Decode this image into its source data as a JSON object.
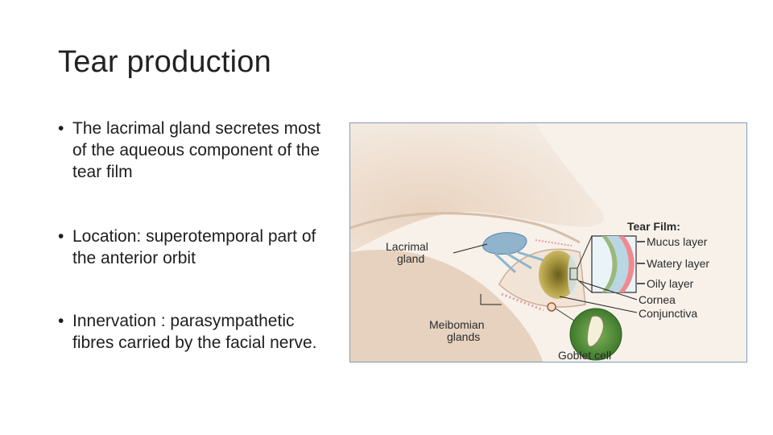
{
  "slide": {
    "title": "Tear production",
    "bullets": [
      {
        "marker": "•",
        "text": "The lacrimal gland secretes most of the aqueous component of the tear film"
      },
      {
        "marker": "•",
        "text": "Location: superotemporal part of the anterior orbit"
      },
      {
        "marker": "•",
        "text": "Innervation : parasympathetic fibres carried by the facial nerve."
      }
    ]
  },
  "figure": {
    "labels": {
      "lacrimal_gland_1": "Lacrimal",
      "lacrimal_gland_2": "gland",
      "tear_film_heading": "Tear Film:",
      "mucus_layer": "Mucus layer",
      "watery_layer": "Watery layer",
      "oily_layer": "Oily layer",
      "cornea": "Cornea",
      "conjunctiva": "Conjunctiva",
      "meibomian_glands_1": "Meibomian",
      "meibomian_glands_2": "glands",
      "goblet_cell": "Goblet cell"
    },
    "colors": {
      "skin": "#ecdccb",
      "skin_shadow": "#d8c2ad",
      "gland": "#8fb4cc",
      "iris": "#9a8a3a",
      "mucus": "#f08a90",
      "watery": "#b9d6e4",
      "oily": "#9ab87a",
      "goblet_bg": "#4e8b3a"
    }
  }
}
